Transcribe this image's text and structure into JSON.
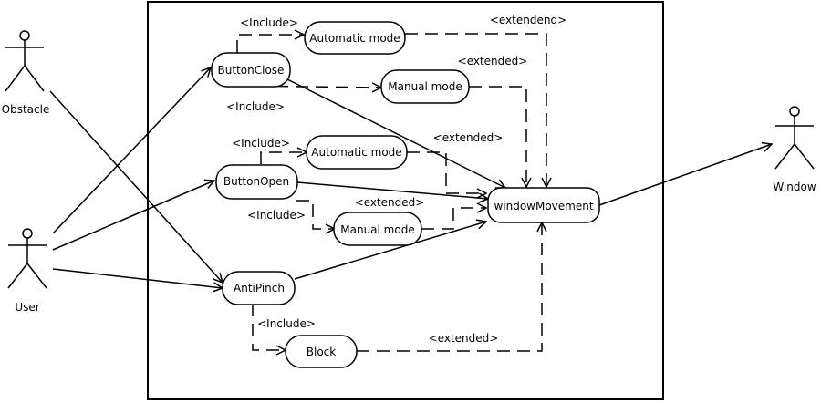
{
  "actors": {
    "obstacle": "Obstacle",
    "user": "User",
    "window": "Window"
  },
  "use_cases": {
    "button_close": "ButtonClose",
    "button_open": "ButtonOpen",
    "anti_pinch": "AntiPinch",
    "window_movement": "windowMovement",
    "auto_mode_top": "Automatic mode",
    "manual_mode_top": "Manual mode",
    "auto_mode_mid": "Automatic mode",
    "manual_mode_mid": "Manual mode",
    "block": "Block"
  },
  "relations": {
    "include_1": "<Include>",
    "extendend_1": "<extendend>",
    "extended_2": "<extended>",
    "include_2": "<Include>",
    "include_3": "<Include>",
    "extended_3": "<extended>",
    "extended_4": "<extended>",
    "include_4": "<Include>",
    "include_5": "<Include>",
    "extended_5": "<extended>"
  }
}
